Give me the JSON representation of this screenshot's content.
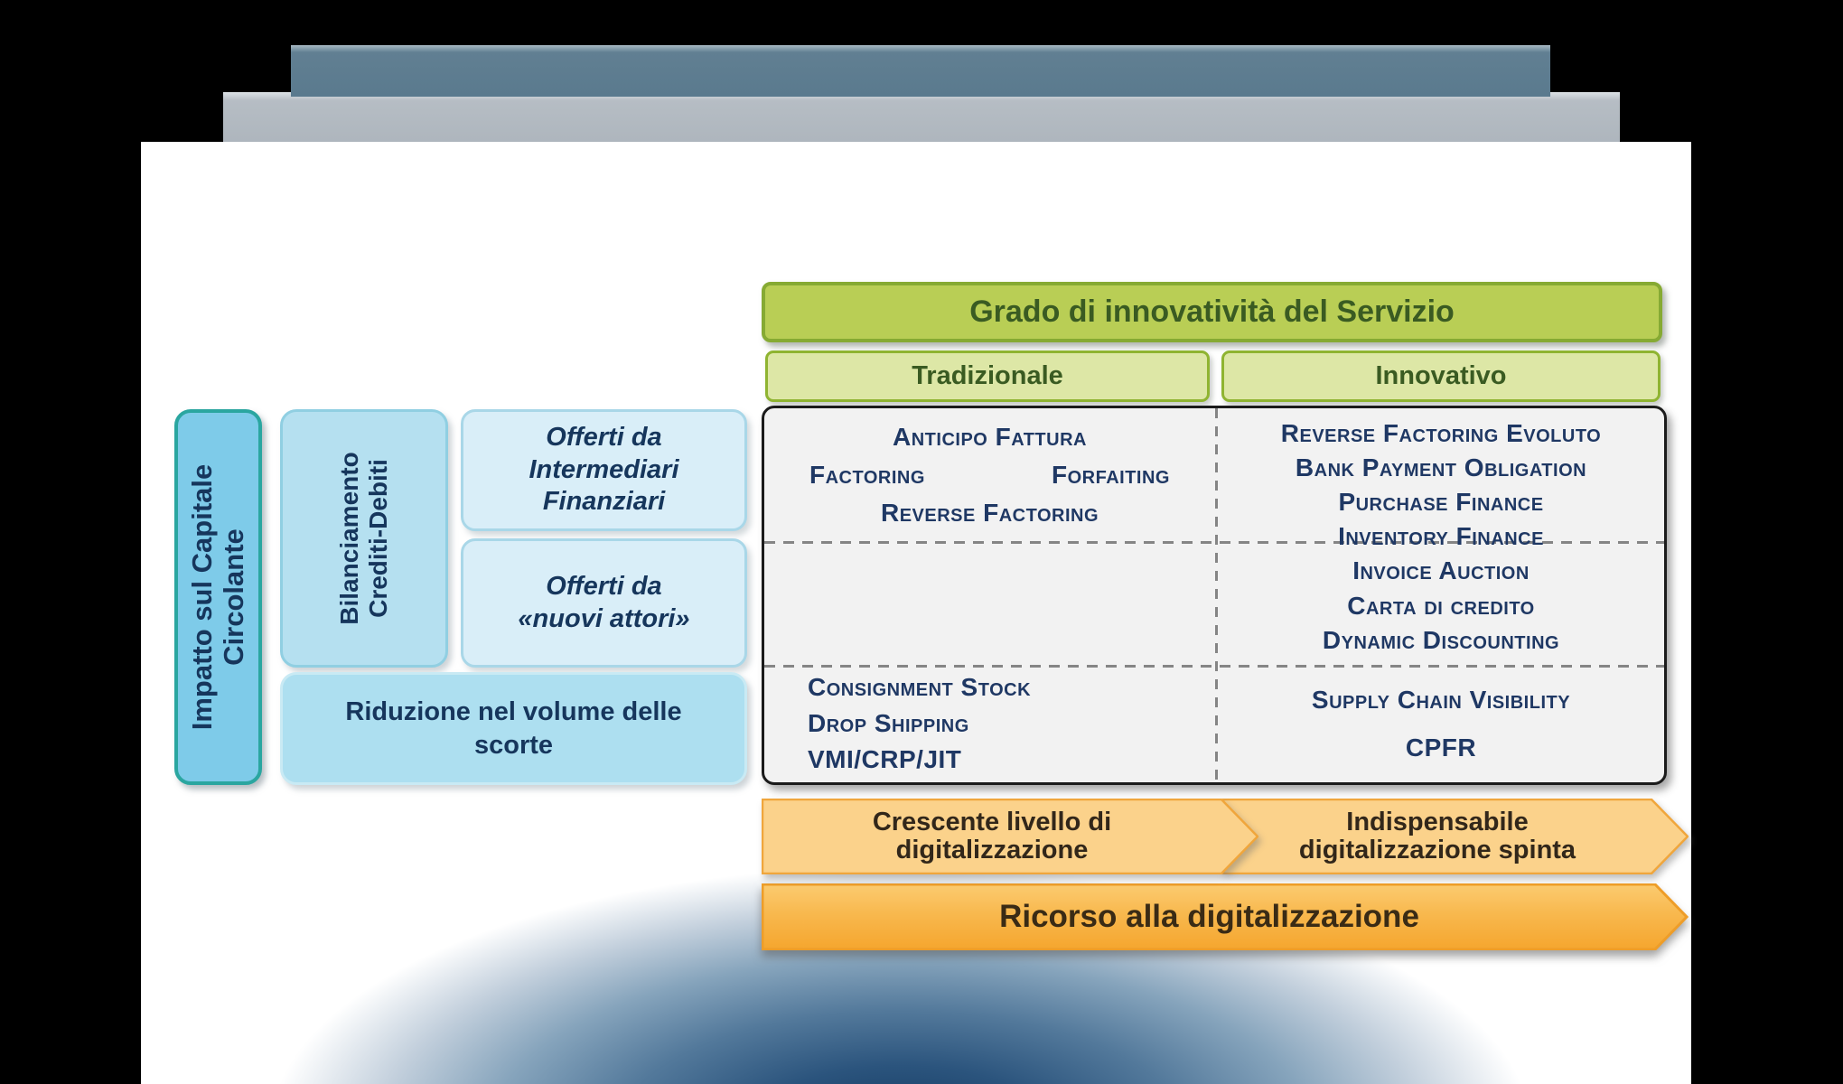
{
  "slide": {
    "innovation_axis": {
      "title": "Grado di innovatività del Servizio",
      "columns": [
        "Tradizionale",
        "Innovativo"
      ]
    },
    "impact_axis": {
      "title_lines": [
        "Impatto sul Capitale",
        "Circolante"
      ],
      "balance_row": {
        "label_lines": [
          "Bilanciamento",
          "Crediti-Debiti"
        ]
      },
      "offered_by_intermediaries": {
        "label_lines": [
          "Offerti da",
          "Intermediari",
          "Finanziari"
        ]
      },
      "offered_by_new_actors": {
        "label_lines": [
          "Offerti da",
          "«nuovi attori»"
        ]
      },
      "inventory_row": {
        "label": "Riduzione nel volume delle scorte"
      }
    },
    "matrix": {
      "traditional_financial": [
        "Anticipo Fattura",
        "Factoring",
        "Forfaiting",
        "Reverse Factoring"
      ],
      "innovative_financial": [
        "Reverse Factoring Evoluto",
        "Bank Payment Obligation",
        "Purchase Finance",
        "Inventory Finance",
        "Invoice Auction",
        "Carta di credito",
        "Dynamic Discounting"
      ],
      "traditional_inventory": [
        "Consignment Stock",
        "Drop Shipping",
        "VMI/CRP/JIT"
      ],
      "innovative_inventory": [
        "Supply Chain Visibility",
        "CPFR"
      ]
    },
    "digitalization": {
      "left_arrow_lines": [
        "Crescente livello di",
        "digitalizzazione"
      ],
      "right_arrow_lines": [
        "Indispensabile",
        "digitalizzazione spinta"
      ],
      "bottom_arrow_label": "Ricorso alla digitalizzazione"
    },
    "colors": {
      "green_fill": "#B9CE55",
      "green_light_fill": "#DDE7A6",
      "green_border": "#86AA33",
      "green_text": "#3A5B22",
      "teal_border": "#2AA6A0",
      "blue_fill": "#7ECBE9",
      "light_blue_fill": "#B5E0F0",
      "pale_blue_fill": "#D9EEF8",
      "navy_text": "#17365D",
      "matrix_text": "#1F3864",
      "matrix_bg": "#F2F2F2",
      "orange_light_fill": "#FBD28B",
      "orange_fill": "#F6AC33",
      "orange_border": "#F0A63C"
    }
  }
}
